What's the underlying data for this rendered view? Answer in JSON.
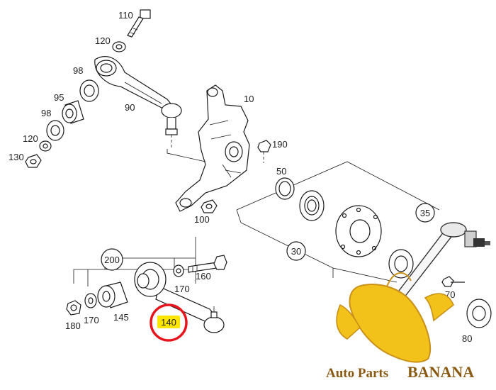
{
  "diagram": {
    "callouts": {
      "p110": "110",
      "p120a": "120",
      "p98a": "98",
      "p95": "95",
      "p98b": "98",
      "p120b": "120",
      "p130": "130",
      "p90": "90",
      "p10": "10",
      "p190": "190",
      "p100": "100",
      "p50": "50",
      "p35": "35",
      "p30": "30",
      "p200": "200",
      "p170a": "170",
      "p160": "160",
      "p180": "180",
      "p170b": "170",
      "p145": "145",
      "p140": "140",
      "p70": "70",
      "p80": "80"
    },
    "highlight": {
      "part": "140",
      "color": "#ffe600",
      "ring_color": "#e8141c"
    }
  },
  "watermark": {
    "brand_prefix": "Auto Parts",
    "brand_name": "BANANA",
    "colors": {
      "banana": "#f2c21b",
      "banana_dark": "#c9901a",
      "text": "#8a5a12"
    }
  }
}
